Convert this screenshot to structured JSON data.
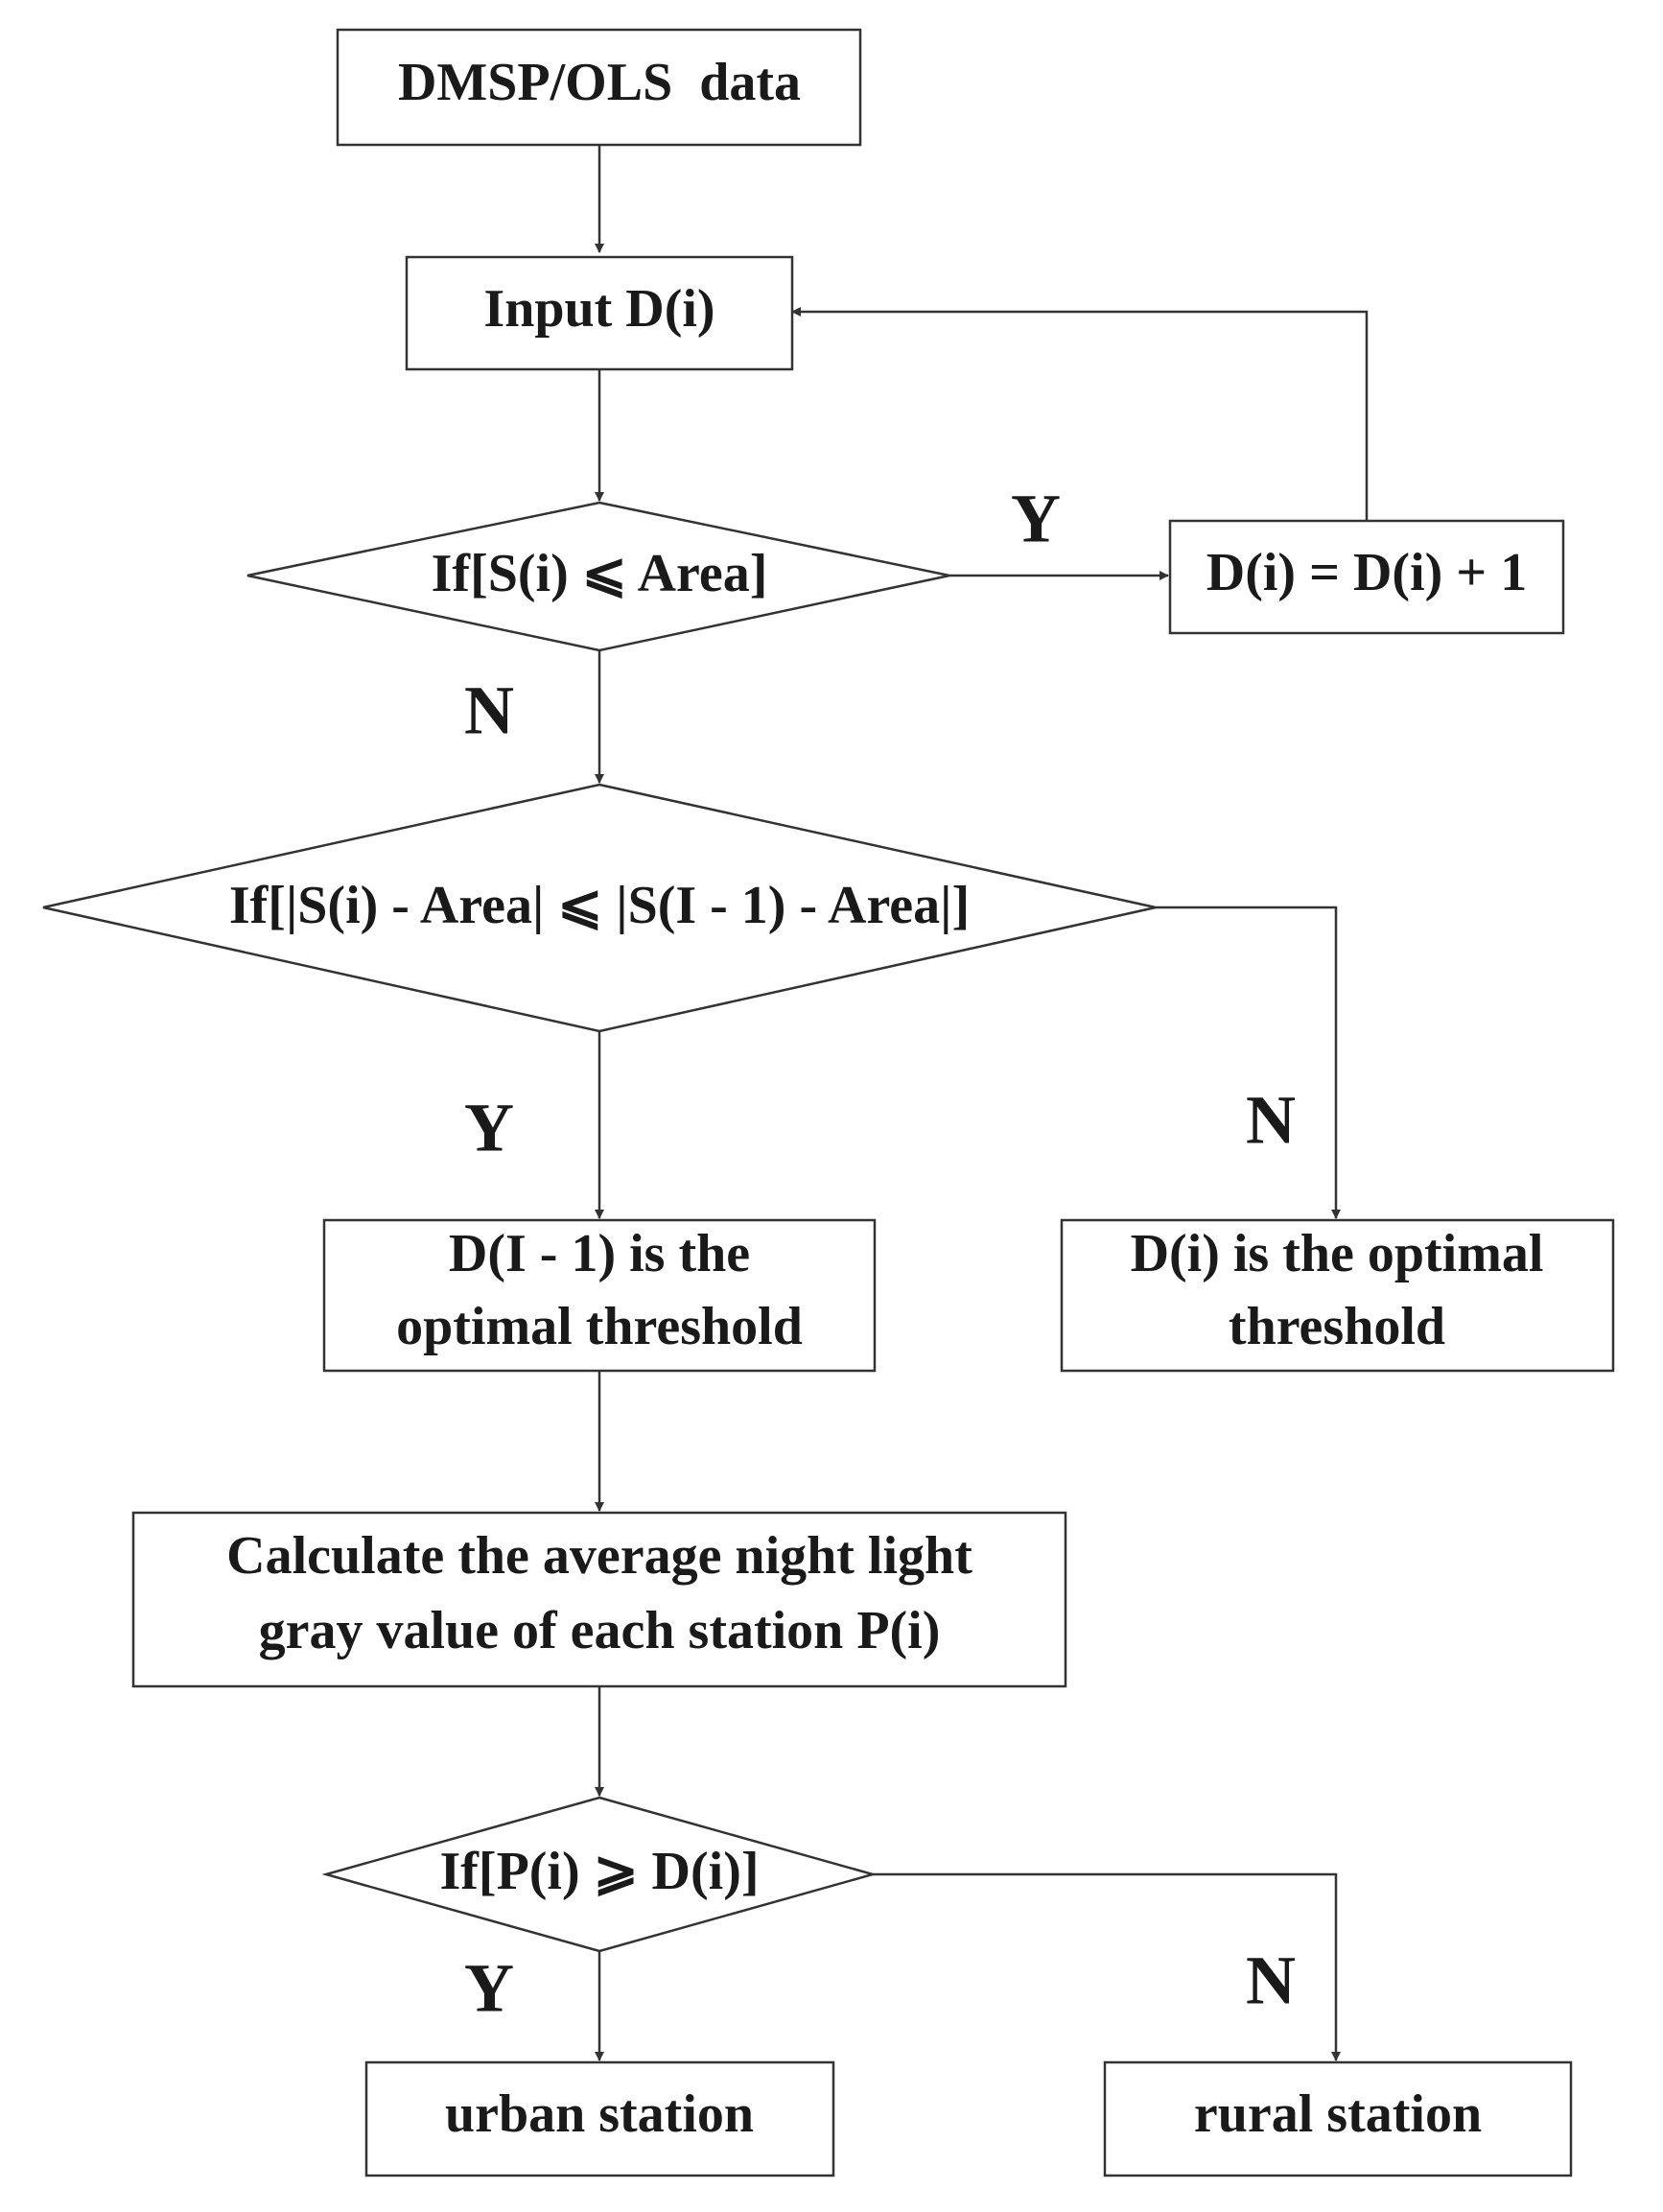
{
  "diagram": {
    "nodes": {
      "start": {
        "label": "DMSP/OLS  data"
      },
      "input": {
        "label": "Input D(i)"
      },
      "decision_area": {
        "label": "If[S(i) ⩽ Area]"
      },
      "increment": {
        "label": "D(i) = D(i) + 1"
      },
      "decision_diff": {
        "label": "If[|S(i) - Area| ⩽ |S(I - 1) - Area|]"
      },
      "result_prev": {
        "line1": "D(I - 1) is the",
        "line2": "optimal threshold"
      },
      "result_curr": {
        "line1": "D(i) is the optimal",
        "line2": "threshold"
      },
      "calculate": {
        "line1": "Calculate the average night light",
        "line2": "gray value of each station P(i)"
      },
      "decision_station": {
        "label": "If[P(i) ⩾ D(i)]"
      },
      "urban": {
        "label": "urban station"
      },
      "rural": {
        "label": "rural station"
      }
    },
    "branch_labels": {
      "area_yes": "Y",
      "area_no": "N",
      "diff_yes": "Y",
      "diff_no": "N",
      "station_yes": "Y",
      "station_no": "N"
    },
    "colors": {
      "stroke": "#333333",
      "text": "#1a1a1a",
      "background": "#ffffff"
    }
  }
}
